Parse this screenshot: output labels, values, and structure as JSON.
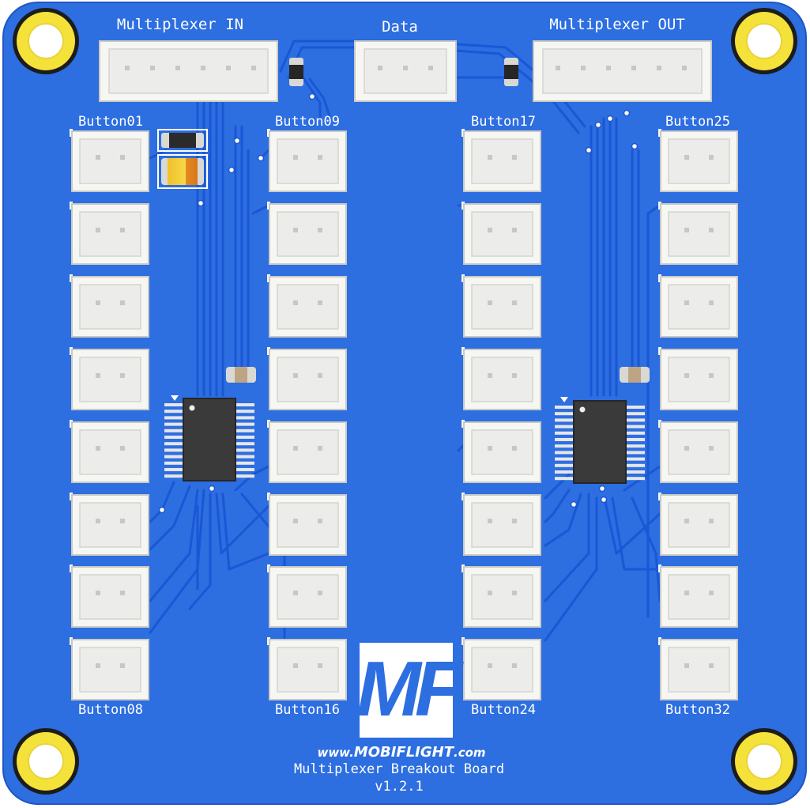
{
  "board": {
    "connectors": {
      "mux_in": "Multiplexer IN",
      "data": "Data",
      "mux_out": "Multiplexer OUT"
    },
    "button_labels": {
      "col1_top": "Button01",
      "col1_bottom": "Button08",
      "col2_top": "Button09",
      "col2_bottom": "Button16",
      "col3_top": "Button17",
      "col3_bottom": "Button24",
      "col4_top": "Button25",
      "col4_bottom": "Button32"
    },
    "logo": {
      "glyph": "MF",
      "url_prefix": "www.",
      "url_brand": "MOBIFLIGHT",
      "url_suffix": ".com"
    },
    "title": "Multiplexer Breakout Board",
    "version": "v1.2.1",
    "colors": {
      "pcb": "#2d6ee0",
      "pcb_edge": "#1f56c2",
      "trace": "#1a57d6",
      "silkscreen": "#ffffff",
      "mount_pad": "#f4e13a",
      "chip": "#3a3a3a"
    }
  }
}
